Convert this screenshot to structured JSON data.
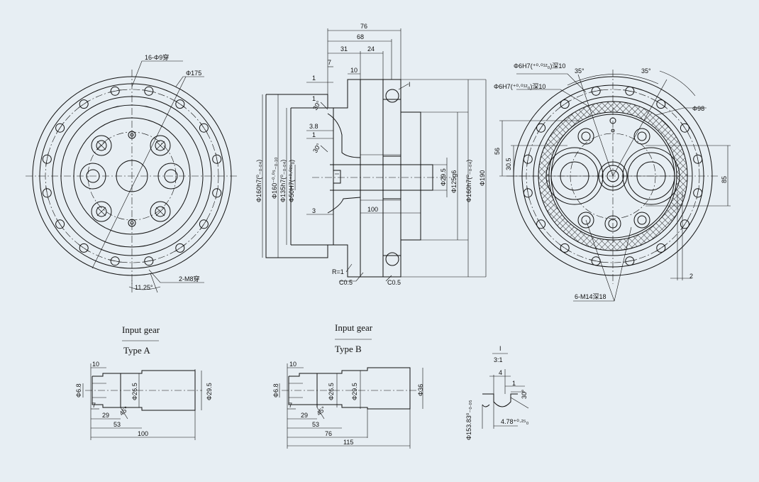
{
  "colors": {
    "background": "#e7eef3",
    "line": "#111111"
  },
  "front_view": {
    "holes_label": "16-Φ9穿",
    "dia_label": "Φ175",
    "thread_label": "2-M8穿",
    "angle_label": "11.25°"
  },
  "section_view": {
    "top_dims": [
      "76",
      "68",
      "31",
      "24",
      "7",
      "10"
    ],
    "small_dims": [
      "1",
      "1",
      "3.8",
      "1",
      "3"
    ],
    "angles": [
      "30°",
      "30°"
    ],
    "detail_mark": "I",
    "left_dias": [
      "Φ160h7(⁰₋₀.₀₄)",
      "Φ160⁻⁰·⁰⁵₋₀.₁₀",
      "Φ135h7(⁰₋₀.₀₄)",
      "Φ50H7(⁺⁰·⁰²⁵₀)"
    ],
    "right_dias": [
      "Φ29.5",
      "Φ125g6",
      "Φ160h7(⁰₋₀.₀₄)",
      "Φ190"
    ],
    "dim_100": "100",
    "radius_label": "R=1",
    "chamfer_left": "C0.5",
    "chamfer_right": "C0.5"
  },
  "rear_view": {
    "pin_label_1": "Φ6H7(⁺⁰·⁰¹²₀)深10",
    "pin_label_2": "Φ6H7(⁺⁰·⁰¹²₀)深10",
    "angle_1": "35°",
    "angle_2": "35°",
    "dia_label": "Φ98",
    "dim_56": "56",
    "dim_30_5": "30.5",
    "dim_85": "85",
    "dim_2": "2",
    "thread_label": "6-M14深18"
  },
  "type_a": {
    "caption_1": "Input gear",
    "caption_2": "Type A",
    "dims": [
      "10",
      "Φ6.8",
      "Φ26.5",
      "Φ29.5",
      "7",
      "29",
      "45°",
      "53",
      "100"
    ]
  },
  "type_b": {
    "caption_1": "Input gear",
    "caption_2": "Type B",
    "dims": [
      "10",
      "Φ6.8",
      "Φ26.5",
      "Φ29.5",
      "Φ36",
      "7",
      "29",
      "45°",
      "53",
      "76",
      "115"
    ]
  },
  "detail_i": {
    "title": "I",
    "scale": "3:1",
    "dims": [
      "4",
      "1",
      "30°",
      "Φ153.83⁰₋₀.₀₅",
      "4.78⁺⁰·²⁵₀"
    ]
  }
}
